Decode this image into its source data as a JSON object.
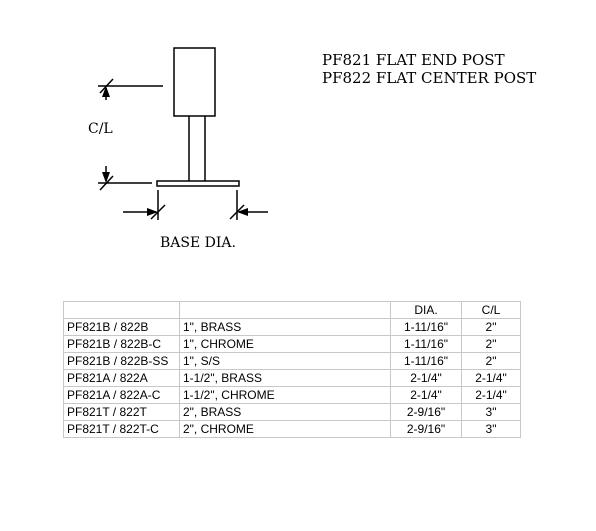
{
  "titles": {
    "line1": "PF821 FLAT END POST",
    "line2": "PF822 FLAT CENTER POST"
  },
  "dimensions": {
    "height_label": "C/L",
    "base_label": "BASE DIA."
  },
  "table": {
    "headers": [
      "",
      "",
      "DIA.",
      "C/L"
    ],
    "rows": [
      [
        "PF821B / 822B",
        "1\", BRASS",
        "1-11/16\"",
        "2\""
      ],
      [
        "PF821B / 822B-C",
        "1\", CHROME",
        "1-11/16\"",
        "2\""
      ],
      [
        "PF821B / 822B-SS",
        "1\", S/S",
        "1-11/16\"",
        "2\""
      ],
      [
        "PF821A / 822A",
        "1-1/2\", BRASS",
        "2-1/4\"",
        "2-1/4\""
      ],
      [
        "PF821A / 822A-C",
        "1-1/2\", CHROME",
        "2-1/4\"",
        "2-1/4\""
      ],
      [
        "PF821T / 822T",
        "2\", BRASS",
        "2-9/16\"",
        "3\""
      ],
      [
        "PF821T / 822T-C",
        "2\", CHROME",
        "2-9/16\"",
        "3\""
      ]
    ]
  }
}
